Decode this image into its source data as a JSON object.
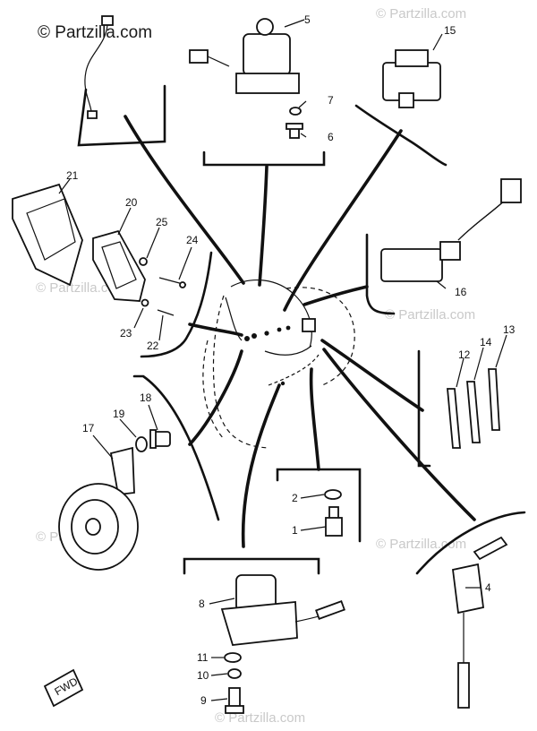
{
  "watermark": {
    "main": "© Partzilla.com",
    "faint": "© Partzilla.com"
  },
  "badge": {
    "fwd": "FWD"
  },
  "callouts": [
    {
      "id": "c1",
      "text": "1"
    },
    {
      "id": "c2",
      "text": "2"
    },
    {
      "id": "c4",
      "text": "4"
    },
    {
      "id": "c5",
      "text": "5"
    },
    {
      "id": "c6",
      "text": "6"
    },
    {
      "id": "c7",
      "text": "7"
    },
    {
      "id": "c8",
      "text": "8"
    },
    {
      "id": "c9",
      "text": "9"
    },
    {
      "id": "c10",
      "text": "10"
    },
    {
      "id": "c11",
      "text": "11"
    },
    {
      "id": "c12",
      "text": "12"
    },
    {
      "id": "c13",
      "text": "13"
    },
    {
      "id": "c14",
      "text": "14"
    },
    {
      "id": "c15",
      "text": "15"
    },
    {
      "id": "c16",
      "text": "16"
    },
    {
      "id": "c17",
      "text": "17"
    },
    {
      "id": "c18",
      "text": "18"
    },
    {
      "id": "c19",
      "text": "19"
    },
    {
      "id": "c20",
      "text": "20"
    },
    {
      "id": "c21",
      "text": "21"
    },
    {
      "id": "c22",
      "text": "22"
    },
    {
      "id": "c23",
      "text": "23"
    },
    {
      "id": "c24",
      "text": "24"
    },
    {
      "id": "c25",
      "text": "25"
    }
  ]
}
